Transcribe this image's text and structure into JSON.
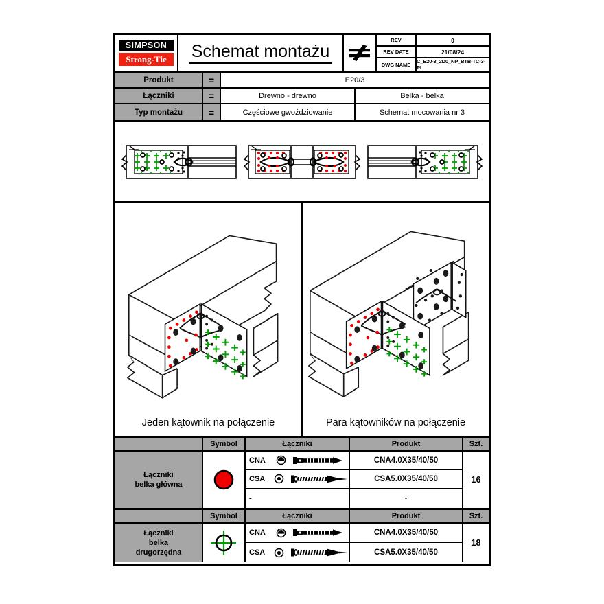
{
  "brand": {
    "line1": "SIMPSON",
    "line2": "Strong-Tie",
    "black": "#000000",
    "red": "#ee2211"
  },
  "header": {
    "title": "Schemat montażu",
    "neq_symbol": "≠",
    "rev_label": "REV",
    "rev_value": "0",
    "rev_date_label": "REV DATE",
    "rev_date_value": "21/08/24",
    "dwg_name_label": "DWG NAME",
    "dwg_name_value": "C_E20-3_2D0_NP_BTB-TC-3-PL"
  },
  "spec": {
    "eq": "=",
    "rows": [
      {
        "key": "Produkt",
        "values": [
          "E20/3"
        ]
      },
      {
        "key": "Łączniki",
        "values": [
          "Drewno - drewno",
          "Belka - belka"
        ]
      },
      {
        "key": "Typ montażu",
        "values": [
          "Częściowe gwoździowanie",
          "Schemat mocowania nr   3"
        ]
      }
    ]
  },
  "captions": {
    "left": "Jeden kątownik na połączenie",
    "right": "Para kątowników na połączenie"
  },
  "colors": {
    "main_beam_marker": "#ee0000",
    "secondary_beam_marker": "#00a000",
    "header_gray": "#a6a6a6",
    "line": "#000000"
  },
  "fastener_tables": [
    {
      "group": "Łączniki\nbelka główna",
      "group_line1": "Łączniki",
      "group_line2": "belka główna",
      "group_line3": "",
      "symbol": "filled-red-circle",
      "headers": {
        "symbol": "Symbol",
        "fasteners": "Łączniki",
        "product": "Produkt",
        "qty": "Szt."
      },
      "rows": [
        {
          "code": "CNA",
          "icon": "nail-icon",
          "product": "CNA4.0X35/40/50"
        },
        {
          "code": "CSA",
          "icon": "screw-icon",
          "product": "CSA5.0X35/40/50"
        },
        {
          "code": "-",
          "icon": "none",
          "product": "-"
        }
      ],
      "qty": "16"
    },
    {
      "group_line1": "Łączniki",
      "group_line2": "belka",
      "group_line3": "drugorzędna",
      "symbol": "green-crosshair",
      "headers": {
        "symbol": "Symbol",
        "fasteners": "Łączniki",
        "product": "Produkt",
        "qty": "Szt."
      },
      "rows": [
        {
          "code": "CNA",
          "icon": "nail-icon",
          "product": "CNA4.0X35/40/50"
        },
        {
          "code": "CSA",
          "icon": "screw-icon",
          "product": "CSA5.0X35/40/50"
        }
      ],
      "qty": "18"
    }
  ],
  "plan_views": [
    {
      "name": "plan-view-left",
      "plate_marker": "green-cross",
      "description": "Bracket on left side of joint, green cross nail pattern"
    },
    {
      "name": "plan-view-middle",
      "plate_marker": "red-dot",
      "description": "Pair of brackets, red dot nail pattern both sides"
    },
    {
      "name": "plan-view-right",
      "plate_marker": "green-cross",
      "description": "Bracket on right side of joint, green cross nail pattern"
    }
  ],
  "iso_views": [
    {
      "name": "iso-single-bracket",
      "description": "Single angle bracket at beam-to-beam T joint"
    },
    {
      "name": "iso-pair-bracket",
      "description": "Pair of angle brackets at beam-to-beam T joint"
    }
  ]
}
